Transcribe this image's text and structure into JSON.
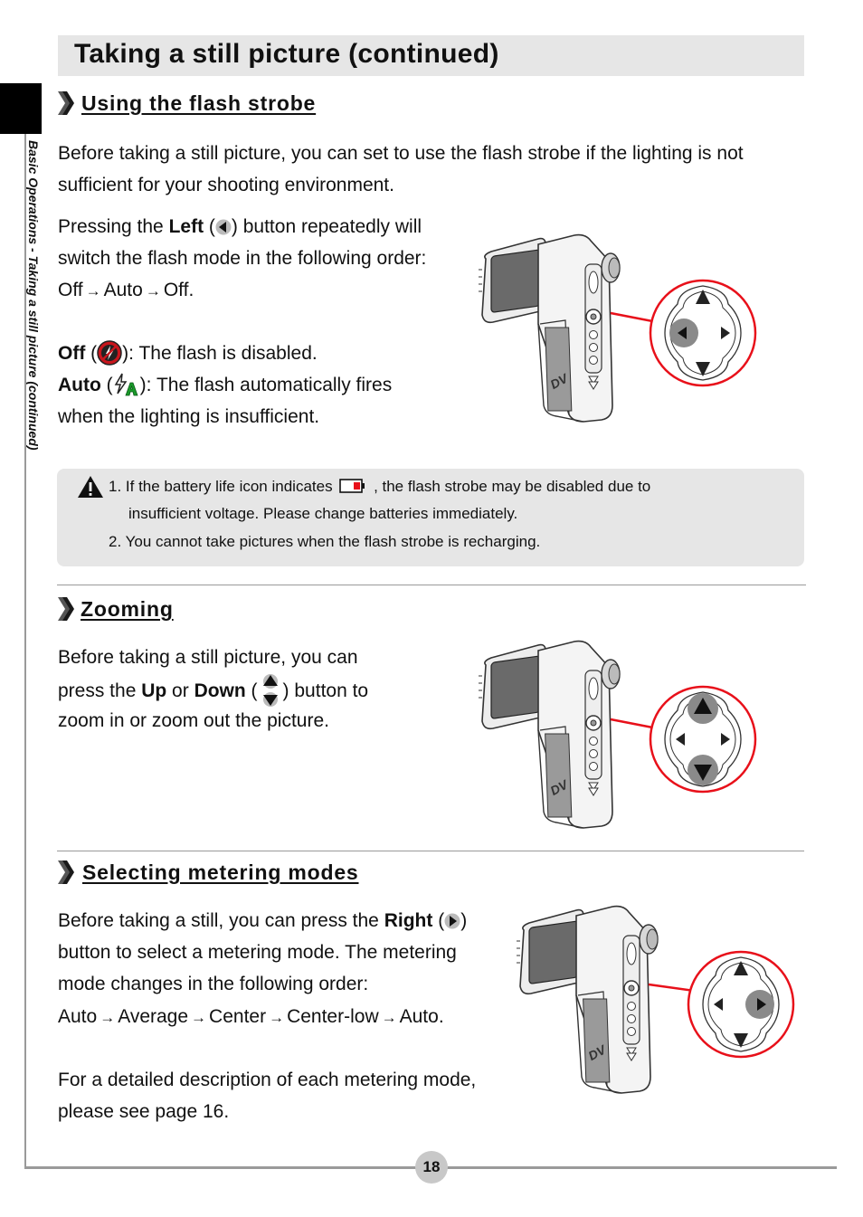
{
  "page_title": "Taking a still picture (continued)",
  "side_label": "Basic Operations - Taking a still picture (continued)",
  "page_number": "18",
  "flash": {
    "heading": "Using the flash strobe",
    "intro_line1": "Before taking a still picture, you can set to use the flash strobe if the lighting is not",
    "intro_line2": "sufficient for your shooting environment.",
    "p_pressing": "Pressing the ",
    "key_left": "Left",
    "p_open": " (",
    "p_after_icon": ") button repeatedly will",
    "p_line2": "switch the flash mode in the following order:",
    "order": [
      "Off",
      "Auto",
      "Off."
    ],
    "off_label": "Off",
    "off_desc": "): The flash is disabled.",
    "auto_label": "Auto",
    "auto_desc": "): The flash automatically fires",
    "auto_desc2": "when the lighting is insufficient."
  },
  "note": {
    "item1_a": "1. If the battery life icon indicates",
    "item1_b": ", the flash strobe may be disabled due to",
    "item1_c": "insufficient voltage. Please change batteries immediately.",
    "item2": "2. You cannot take pictures when the flash strobe is recharging."
  },
  "zoom": {
    "heading": "Zooming",
    "line1": "Before taking a still picture, you can",
    "line2_a": "press the ",
    "key_up": "Up",
    "line2_or": " or ",
    "key_down": "Down",
    "line2_open": " (",
    "line2_b": ") button to",
    "line3": "zoom in or zoom out the picture."
  },
  "metering": {
    "heading": "Selecting metering modes",
    "line1_a": "Before taking a still, you can press the ",
    "key_right": "Right",
    "line1_open": " (",
    "line1_close": ")",
    "line2": "button to select a metering mode. The metering",
    "line3": "mode changes in the following order:",
    "order": [
      "Auto",
      "Average",
      "Center",
      "Center-low",
      "Auto."
    ],
    "line5": "For a detailed description of each metering mode,",
    "line6": "please see page 16."
  },
  "colors": {
    "title_bar": "#e6e6e6",
    "callout_red": "#e8101a",
    "highlight_grey": "#8a8a8a"
  }
}
